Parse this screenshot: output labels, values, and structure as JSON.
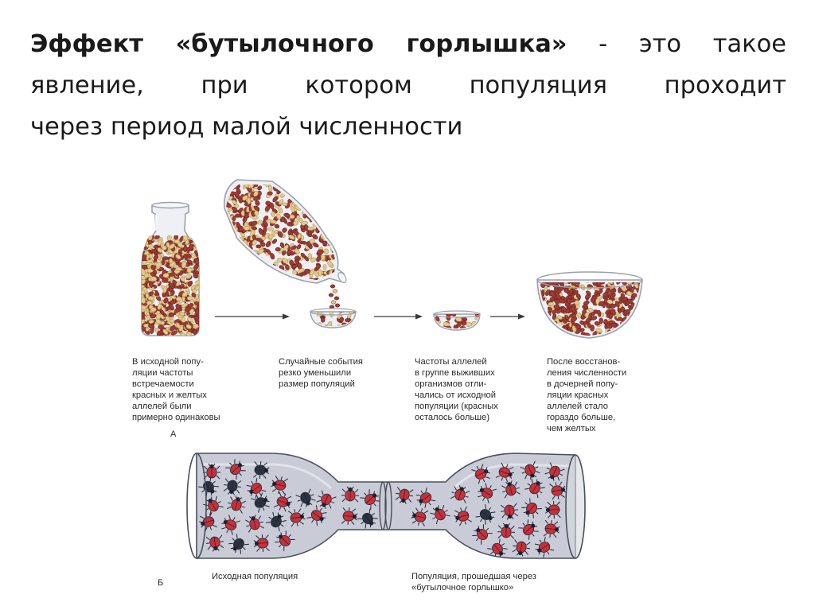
{
  "heading": {
    "term": "Эффект «бутылочного горлышка»",
    "line1_rest": " - это такое",
    "line2": "явление, при котором популяция проходит",
    "line3": "через период малой численности"
  },
  "panel_a": {
    "marker": "А",
    "captions": [
      [
        "В исходной попу-",
        "ляции частоты",
        "встречаемости",
        "красных и желтых",
        "аллелей были",
        "примерно одинаковы"
      ],
      [
        "Случайные события",
        "резко уменьшили",
        "размер популяций"
      ],
      [
        "Частоты аллелей",
        "в группе выживших",
        "организмов отли-",
        "чались от исходной",
        "популяции (красных",
        "осталось больше)"
      ],
      [
        "После восстанов-",
        "ления численности",
        "в дочерней попу-",
        "ляции красных",
        "аллелей стало",
        "гораздо больше,",
        "чем желтых"
      ]
    ]
  },
  "panel_b": {
    "marker": "Б",
    "caption_left": [
      "Исходная популяция"
    ],
    "caption_right": [
      "Популяция, прошедшая через",
      "«бутылочное горлышко»"
    ]
  },
  "colors": {
    "bead_red": "#9e3b33",
    "bead_yellow": "#e3c98a",
    "beetle_red": "#c8303a",
    "beetle_dark": "#2d3240",
    "tube_fill": "#c9ccd7"
  }
}
